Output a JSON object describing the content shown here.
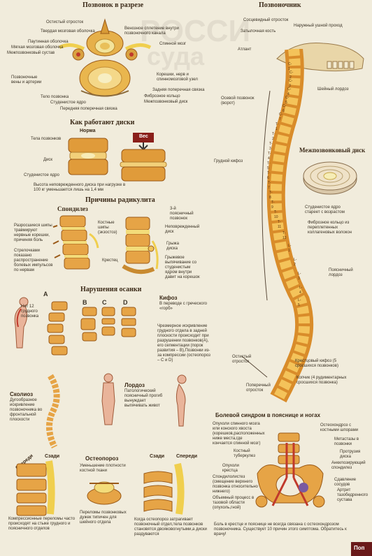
{
  "headings": {
    "vertebra_section": "Позвонок в разрезе",
    "spine": "Позвоночник",
    "discs_how": "Как работают диски",
    "radiculitis": "Причины радикулита",
    "posture": "Нарушения осанки",
    "ivdisc": "Межпозвонковый диск",
    "pain": "Болевой синдром в пояснице и ногах"
  },
  "vertebra_labels": {
    "spinous": "Остистый отросток",
    "dura": "Твердая мозговая оболочка",
    "arachnoid": "Паутинная оболочка",
    "pia": "Мягкая мозговая оболочка",
    "facet": "Межпозвонковый сустав",
    "venous_plexus": "Венозное сплетение внутри позвоночного канала",
    "spinal_cord": "Спинной мозг",
    "roots": "Корешки, нерв и спинномозговой узел",
    "post_lig": "Задняя поперечная связка",
    "veins": "Позвоночные вены и артерии",
    "body": "Тело позвонка",
    "nucleus": "Студенистое ядро",
    "ant_lig": "Передняя поперечная связка",
    "annulus": "Фиброзное кольцо",
    "disc": "Межпозвонковый диск"
  },
  "discs": {
    "norm": "Норма",
    "weight": "Вес",
    "bodies": "Тела позвонков",
    "disc": "Диск",
    "nucleus": "Студенистое ядро",
    "caption": "Высота неповрежденного диска при нагрузке в 100 кг уменьшается лишь на 1,4 мм"
  },
  "radic": {
    "spondylosis": "Спондилез",
    "spurs_text": "Разросшиеся шипы травмируют нервные корешки, причиняя боль",
    "arrows_text": "Стрелочками показано распространение болевых импульсов по нервам",
    "bone_spurs": "Костные шипы (экзостоз)",
    "l3": "3-й поясничный позвонок",
    "damaged_disc": "Неповрежденный диск",
    "hernia": "Грыжа диска",
    "sacrum": "Крестец",
    "hernia_text": "Грыжевое выпячивание со студенистым ядром внутри давит на корешок"
  },
  "posture": {
    "no12": "Нет 12 грудного позвонка",
    "kyphosis": "Кифоз",
    "kyphosis_def": "В переводе с греческого «горб»",
    "kyphosis_text": "Чрезмерное искривление грудного отдела в задней плоскости происходит при разрушении позвонков(А), его сегментации (порок развития – В),Позвонки из-за компрессии (остеопороз – С и D)",
    "scoliosis": "Сколиоз",
    "scoliosis_text": "Дугообразное искривление позвоночника во фронтальной плоскости",
    "lordosis": "Лордоз",
    "lordosis_text": "Патологический поясничный прогиб вынуждает выпячивать живот",
    "letter_a": "A",
    "letter_b": "B",
    "letter_c": "C",
    "letter_d": "D"
  },
  "osteo": {
    "front": "Спереди",
    "back": "Сзади",
    "title": "Остеопороз",
    "reduced": "Уменьшение плотности костной ткани",
    "compression": "Компрессионные переломы часто происходят на стыке грудного и поясничного отделов",
    "fractures": "Переломы позвонковых дужек типичен для шейного отдела",
    "when": "Когда остеопороз затрагивает позвоночный отдел,тела позвонков становятся двояковогнутыми,а диски раздуваются"
  },
  "spine_labels": {
    "canal": "Сосцевидный отросток",
    "auditory": "Наружный ушной проход",
    "occipital": "Затылочная кость",
    "atlas": "Атлант",
    "axis": "Осевой позвонок (ворот)",
    "cervical": "Шейный лордоз",
    "thoracic": "Грудной кифоз",
    "lumbar": "Поясничный лордоз",
    "spinous": "Остистый отросток",
    "transverse": "Поперечный отросток",
    "sacral": "Крестцовый кифоз (5 сросшихся позвонков)",
    "coccyx": "Копчик (4 рудиментарных сросшихся позвонка)"
  },
  "vertebra_marks": [
    "C-1",
    "C-2",
    "C-3",
    "C-4",
    "C-5",
    "C-6",
    "C-7",
    "T-1",
    "T-2",
    "T-3",
    "T-4",
    "T-5",
    "T-6",
    "T-7",
    "T-8",
    "T-9",
    "T-10",
    "T-11",
    "T-12",
    "L-1",
    "L-2",
    "L-3",
    "L-4",
    "L-5"
  ],
  "ivdisc": {
    "nucleus": "Студенистое ядро стареет с возрастом",
    "fibrous": "Фиброзное кольцо из переплетенных коллагеновых волокон"
  },
  "pain": {
    "spinal_nerve": "Опухоли спинного мозга или конского хвоста (корешков,расположенных ниже места,где кончается спинной мозг)",
    "bony_tuber": "Костный туберкулез",
    "sacral_tumor": "Опухоли крестца",
    "spondylolisthesis": "Спондилолистез (смещение верхнего позвонка относительно нижнего)",
    "pelvic": "Объемный процесс в тазовой области (опухоль,гной)",
    "osteochondrosis": "Остеохондроз с костными шпорами",
    "metastases": "Метастазы в позвонки",
    "protrusion": "Протрузия диска",
    "ankylosing": "Анкилозирующий спондилез",
    "vascular": "Сдавление сосудов",
    "arthritis": "Артрит тазобедренного сустава",
    "caption": "Боль в крестце и пояснице не всегда связана с остеохондрозом позвоночника. Существует 10 причин этого симптома. Обратитесь к врачу!"
  },
  "corner_text": "Поп",
  "colors": {
    "bone": "#e3a43a",
    "bone_dark": "#b0681c",
    "nerve": "#f2d35a",
    "blood": "#c0392b",
    "paper": "#f1ecdc"
  }
}
